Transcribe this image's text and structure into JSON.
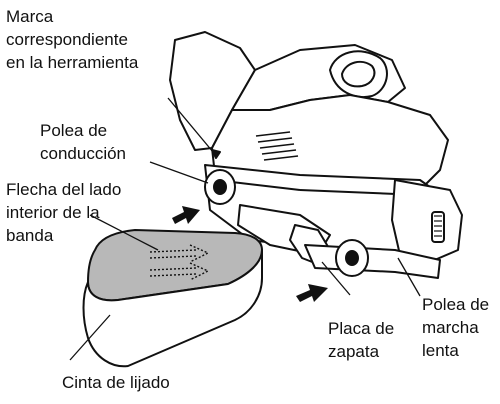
{
  "labels": {
    "marca": [
      "Marca",
      "correspondiente",
      "en la herramienta"
    ],
    "polea_conduccion": [
      "Polea de",
      "conducción"
    ],
    "flecha": [
      "Flecha del lado",
      "interior de la",
      "banda"
    ],
    "cinta": [
      "Cinta de lijado"
    ],
    "placa": [
      "Placa de",
      "zapata"
    ],
    "polea_marcha": [
      "Polea de",
      "marcha",
      "lenta"
    ]
  },
  "colors": {
    "ink": "#111111",
    "belt_fill": "#b8b8b8",
    "tool_fill": "#ffffff",
    "shade": "#4a4a4a"
  }
}
